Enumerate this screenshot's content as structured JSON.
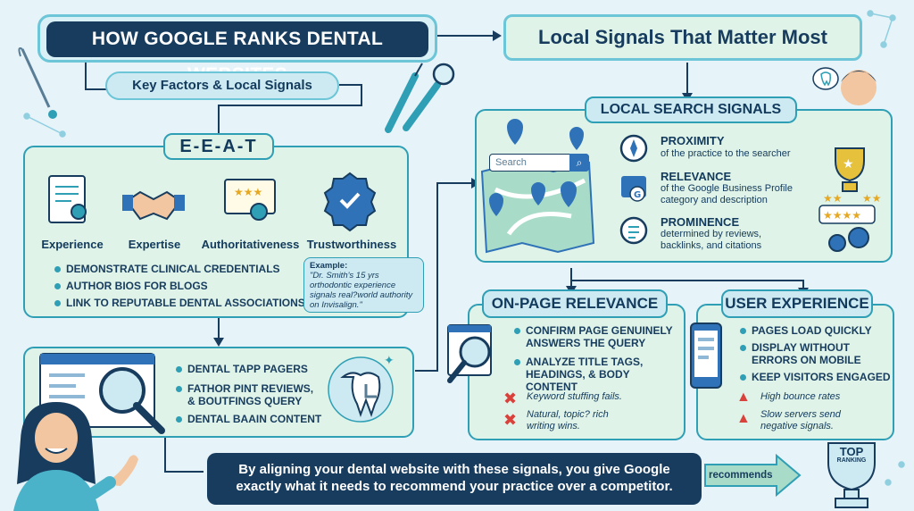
{
  "title": "HOW GOOGLE RANKS DENTAL WEBSITES",
  "subtitle": "Key Factors & Local Signals",
  "local_title": "Local Signals That Matter Most",
  "eeat": {
    "heading": "E-E-A-T",
    "icons": [
      "Experience",
      "Expertise",
      "Authoritativeness",
      "Trustworthiness"
    ],
    "bullets": [
      "DEMONSTRATE CLINICAL CREDENTIALS",
      "AUTHOR BIOS FOR BLOGS",
      "LINK TO REPUTABLE DENTAL ASSOCIATIONS"
    ],
    "example_label": "Example:",
    "example_text": "\"Dr. Smith's 15 yrs orthodontic experience signals real?world authority on Invisalign.\""
  },
  "content_box": {
    "bullets": [
      "DENTAL TAPP PAGERS",
      "FATHOR PINT REVIEWS, & BOUTFINGS QUERY",
      "DENTAL BAAIN CONTENT"
    ]
  },
  "local_search": {
    "heading": "LOCAL SEARCH SIGNALS",
    "search_placeholder": "Search",
    "signals": [
      {
        "title": "PROXIMITY",
        "desc": "of the practice to the searcher"
      },
      {
        "title": "RELEVANCE",
        "desc": "of the Google Business Profile category and description"
      },
      {
        "title": "PROMINENCE",
        "desc": "determined by reviews, backlinks, and citations"
      }
    ]
  },
  "onpage": {
    "heading": "ON-PAGE RELEVANCE",
    "bullets": [
      "CONFIRM PAGE GENUINELY ANSWERS THE QUERY",
      "ANALYZE TITLE TAGS, HEADINGS, & BODY CONTENT"
    ],
    "notes": [
      "Keyword stuffing fails.",
      "Natural, topic? rich writing wins."
    ]
  },
  "ux": {
    "heading": "USER EXPERIENCE",
    "bullets": [
      "PAGES LOAD QUICKLY",
      "DISPLAY WITHOUT ERRORS ON MOBILE",
      "KEEP VISITORS ENGAGED"
    ],
    "warnings": [
      "High bounce rates",
      "Slow servers send negative signals."
    ]
  },
  "bottom_text": "By aligning your dental website with these signals, you give Google exactly what it needs to recommend your practice over a competitor.",
  "arrow_label": "recommends",
  "trophy_label": {
    "top": "TOP",
    "sub": "RANKING"
  },
  "colors": {
    "navy": "#173c5e",
    "teal": "#2f9fb5",
    "mint": "#dff3e8",
    "light": "#cdeaf2",
    "red": "#d9413b"
  }
}
